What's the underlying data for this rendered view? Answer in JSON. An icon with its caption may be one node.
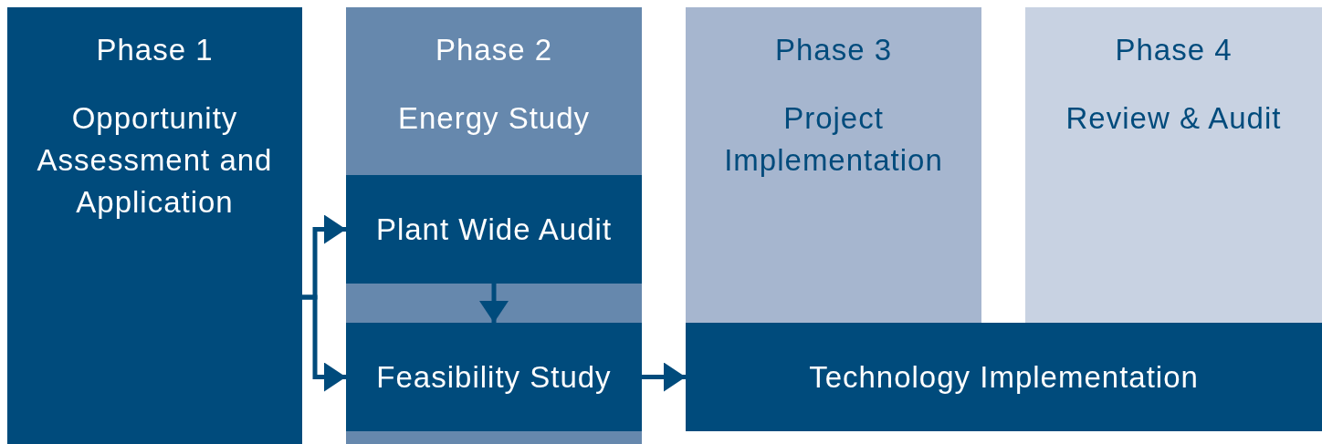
{
  "diagram": {
    "nodes": [
      {
        "text": [
          "Phase 1",
          "Opportunity Assessment and Application"
        ]
      },
      {
        "text": [
          "Phase 2",
          "Energy Study"
        ]
      },
      {
        "text": [
          "Plant Wide Audit"
        ],
        "in": 1
      },
      {
        "text": [
          "Feasibility Study"
        ],
        "in": 1
      },
      {
        "text": [
          "Phase 3",
          "Project Implementation"
        ]
      },
      {
        "text": [
          "Phase 4",
          "Review & Audit"
        ]
      },
      {
        "text": [
          "Technology Implementation"
        ]
      }
    ],
    "edges": [
      {
        "from": 0,
        "to": 2,
        "arrow": "to"
      },
      {
        "from": 0,
        "to": 3,
        "arrow": "to"
      },
      {
        "from": 2,
        "to": 3,
        "arrow": "to"
      },
      {
        "from": 3,
        "to": 6,
        "arrow": "to"
      }
    ]
  }
}
